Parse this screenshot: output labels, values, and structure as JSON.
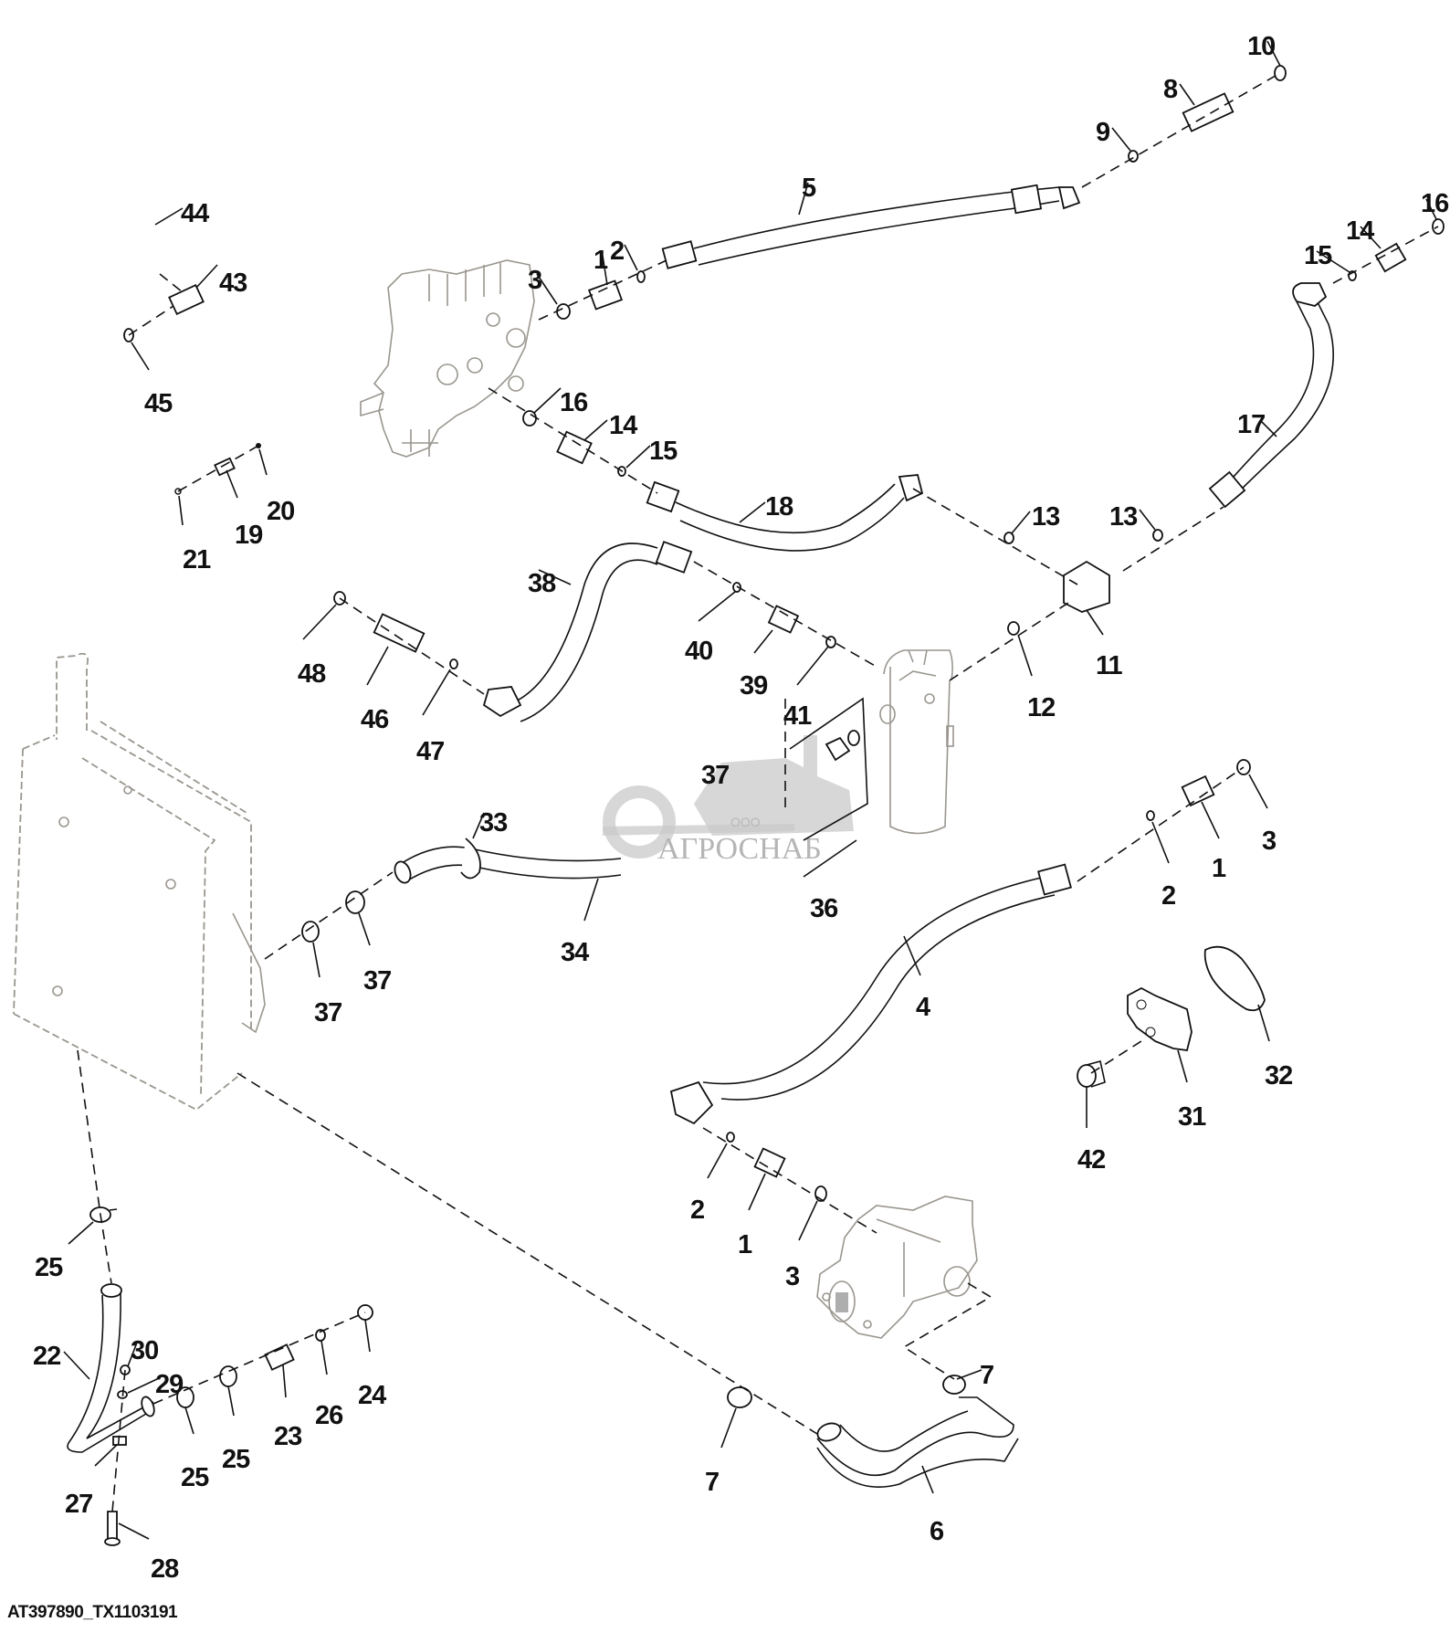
{
  "figure": {
    "id_label": "AT397890_TX1103191",
    "type": "exploded-parts-diagram"
  },
  "watermark": {
    "company_prefix": "ООО",
    "company_name": "АГРОСНАБ"
  },
  "callouts": [
    {
      "id": "c10a",
      "label": "10"
    },
    {
      "id": "c8",
      "label": "8"
    },
    {
      "id": "c9",
      "label": "9"
    },
    {
      "id": "c5",
      "label": "5"
    },
    {
      "id": "c16a",
      "label": "16"
    },
    {
      "id": "c14a",
      "label": "14"
    },
    {
      "id": "c15a",
      "label": "15"
    },
    {
      "id": "c44",
      "label": "44"
    },
    {
      "id": "c43",
      "label": "43"
    },
    {
      "id": "c45",
      "label": "45"
    },
    {
      "id": "c3a",
      "label": "3"
    },
    {
      "id": "c1a",
      "label": "1"
    },
    {
      "id": "c2a",
      "label": "2"
    },
    {
      "id": "c16b",
      "label": "16"
    },
    {
      "id": "c14b",
      "label": "14"
    },
    {
      "id": "c15b",
      "label": "15"
    },
    {
      "id": "c17",
      "label": "17"
    },
    {
      "id": "c18",
      "label": "18"
    },
    {
      "id": "c13a",
      "label": "13"
    },
    {
      "id": "c13b",
      "label": "13"
    },
    {
      "id": "c20",
      "label": "20"
    },
    {
      "id": "c19",
      "label": "19"
    },
    {
      "id": "c21",
      "label": "21"
    },
    {
      "id": "c38",
      "label": "38"
    },
    {
      "id": "c40",
      "label": "40"
    },
    {
      "id": "c39",
      "label": "39"
    },
    {
      "id": "c41",
      "label": "41"
    },
    {
      "id": "c11",
      "label": "11"
    },
    {
      "id": "c12",
      "label": "12"
    },
    {
      "id": "c48",
      "label": "48"
    },
    {
      "id": "c46",
      "label": "46"
    },
    {
      "id": "c47",
      "label": "47"
    },
    {
      "id": "c37a",
      "label": "37"
    },
    {
      "id": "c33",
      "label": "33"
    },
    {
      "id": "c36",
      "label": "36"
    },
    {
      "id": "c3b",
      "label": "3"
    },
    {
      "id": "c1b",
      "label": "1"
    },
    {
      "id": "c2b",
      "label": "2"
    },
    {
      "id": "c34",
      "label": "34"
    },
    {
      "id": "c37b",
      "label": "37"
    },
    {
      "id": "c37c",
      "label": "37"
    },
    {
      "id": "c4",
      "label": "4"
    },
    {
      "id": "c32",
      "label": "32"
    },
    {
      "id": "c31",
      "label": "31"
    },
    {
      "id": "c42",
      "label": "42"
    },
    {
      "id": "c2c",
      "label": "2"
    },
    {
      "id": "c1c",
      "label": "1"
    },
    {
      "id": "c3c",
      "label": "3"
    },
    {
      "id": "c25a",
      "label": "25"
    },
    {
      "id": "c22",
      "label": "22"
    },
    {
      "id": "c30",
      "label": "30"
    },
    {
      "id": "c29",
      "label": "29"
    },
    {
      "id": "c24",
      "label": "24"
    },
    {
      "id": "c26",
      "label": "26"
    },
    {
      "id": "c23",
      "label": "23"
    },
    {
      "id": "c25b",
      "label": "25"
    },
    {
      "id": "c25c",
      "label": "25"
    },
    {
      "id": "c27",
      "label": "27"
    },
    {
      "id": "c28",
      "label": "28"
    },
    {
      "id": "c7a",
      "label": "7"
    },
    {
      "id": "c7b",
      "label": "7"
    },
    {
      "id": "c6",
      "label": "6"
    }
  ]
}
